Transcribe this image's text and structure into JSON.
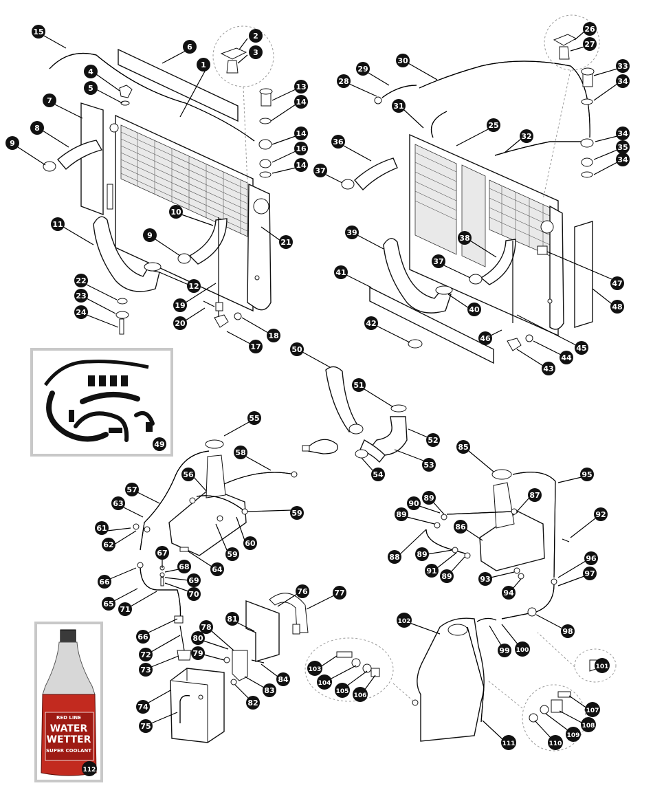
{
  "diagram": {
    "callouts": [
      {
        "id": "c1",
        "label": "1"
      },
      {
        "id": "c2",
        "label": "2"
      },
      {
        "id": "c3",
        "label": "3"
      },
      {
        "id": "c4",
        "label": "4"
      },
      {
        "id": "c5",
        "label": "5"
      },
      {
        "id": "c6",
        "label": "6"
      },
      {
        "id": "c7",
        "label": "7"
      },
      {
        "id": "c8",
        "label": "8"
      },
      {
        "id": "c9a",
        "label": "9"
      },
      {
        "id": "c9b",
        "label": "9"
      },
      {
        "id": "c10",
        "label": "10"
      },
      {
        "id": "c11",
        "label": "11"
      },
      {
        "id": "c12",
        "label": "12"
      },
      {
        "id": "c13",
        "label": "13"
      },
      {
        "id": "c14a",
        "label": "14"
      },
      {
        "id": "c14b",
        "label": "14"
      },
      {
        "id": "c14c",
        "label": "14"
      },
      {
        "id": "c15",
        "label": "15"
      },
      {
        "id": "c16",
        "label": "16"
      },
      {
        "id": "c17",
        "label": "17"
      },
      {
        "id": "c18",
        "label": "18"
      },
      {
        "id": "c19",
        "label": "19"
      },
      {
        "id": "c20",
        "label": "20"
      },
      {
        "id": "c21",
        "label": "21"
      },
      {
        "id": "c22",
        "label": "22"
      },
      {
        "id": "c23",
        "label": "23"
      },
      {
        "id": "c24",
        "label": "24"
      },
      {
        "id": "c25",
        "label": "25"
      },
      {
        "id": "c26",
        "label": "26"
      },
      {
        "id": "c27",
        "label": "27"
      },
      {
        "id": "c28",
        "label": "28"
      },
      {
        "id": "c29",
        "label": "29"
      },
      {
        "id": "c30",
        "label": "30"
      },
      {
        "id": "c31",
        "label": "31"
      },
      {
        "id": "c32",
        "label": "32"
      },
      {
        "id": "c33",
        "label": "33"
      },
      {
        "id": "c34a",
        "label": "34"
      },
      {
        "id": "c34b",
        "label": "34"
      },
      {
        "id": "c34c",
        "label": "34"
      },
      {
        "id": "c35",
        "label": "35"
      },
      {
        "id": "c36",
        "label": "36"
      },
      {
        "id": "c37a",
        "label": "37"
      },
      {
        "id": "c37b",
        "label": "37"
      },
      {
        "id": "c38",
        "label": "38"
      },
      {
        "id": "c39",
        "label": "39"
      },
      {
        "id": "c40",
        "label": "40"
      },
      {
        "id": "c41",
        "label": "41"
      },
      {
        "id": "c42",
        "label": "42"
      },
      {
        "id": "c43",
        "label": "43"
      },
      {
        "id": "c44",
        "label": "44"
      },
      {
        "id": "c45",
        "label": "45"
      },
      {
        "id": "c46",
        "label": "46"
      },
      {
        "id": "c47",
        "label": "47"
      },
      {
        "id": "c48",
        "label": "48"
      },
      {
        "id": "c49",
        "label": "49"
      },
      {
        "id": "c50",
        "label": "50"
      },
      {
        "id": "c51",
        "label": "51"
      },
      {
        "id": "c52",
        "label": "52"
      },
      {
        "id": "c53",
        "label": "53"
      },
      {
        "id": "c54",
        "label": "54"
      },
      {
        "id": "c55",
        "label": "55"
      },
      {
        "id": "c56",
        "label": "56"
      },
      {
        "id": "c57",
        "label": "57"
      },
      {
        "id": "c58",
        "label": "58"
      },
      {
        "id": "c59a",
        "label": "59"
      },
      {
        "id": "c59b",
        "label": "59"
      },
      {
        "id": "c60",
        "label": "60"
      },
      {
        "id": "c61",
        "label": "61"
      },
      {
        "id": "c62",
        "label": "62"
      },
      {
        "id": "c63",
        "label": "63"
      },
      {
        "id": "c64",
        "label": "64"
      },
      {
        "id": "c65",
        "label": "65"
      },
      {
        "id": "c66a",
        "label": "66"
      },
      {
        "id": "c66b",
        "label": "66"
      },
      {
        "id": "c67",
        "label": "67"
      },
      {
        "id": "c68",
        "label": "68"
      },
      {
        "id": "c69",
        "label": "69"
      },
      {
        "id": "c70",
        "label": "70"
      },
      {
        "id": "c71",
        "label": "71"
      },
      {
        "id": "c72",
        "label": "72"
      },
      {
        "id": "c73",
        "label": "73"
      },
      {
        "id": "c74",
        "label": "74"
      },
      {
        "id": "c75",
        "label": "75"
      },
      {
        "id": "c76",
        "label": "76"
      },
      {
        "id": "c77",
        "label": "77"
      },
      {
        "id": "c78",
        "label": "78"
      },
      {
        "id": "c79",
        "label": "79"
      },
      {
        "id": "c80",
        "label": "80"
      },
      {
        "id": "c81",
        "label": "81"
      },
      {
        "id": "c82",
        "label": "82"
      },
      {
        "id": "c83",
        "label": "83"
      },
      {
        "id": "c84",
        "label": "84"
      },
      {
        "id": "c85",
        "label": "85"
      },
      {
        "id": "c86",
        "label": "86"
      },
      {
        "id": "c87",
        "label": "87"
      },
      {
        "id": "c88",
        "label": "88"
      },
      {
        "id": "c89a",
        "label": "89"
      },
      {
        "id": "c89b",
        "label": "89"
      },
      {
        "id": "c89c",
        "label": "89"
      },
      {
        "id": "c89d",
        "label": "89"
      },
      {
        "id": "c90",
        "label": "90"
      },
      {
        "id": "c91",
        "label": "91"
      },
      {
        "id": "c92",
        "label": "92"
      },
      {
        "id": "c93",
        "label": "93"
      },
      {
        "id": "c94",
        "label": "94"
      },
      {
        "id": "c95",
        "label": "95"
      },
      {
        "id": "c96",
        "label": "96"
      },
      {
        "id": "c97",
        "label": "97"
      },
      {
        "id": "c98",
        "label": "98"
      },
      {
        "id": "c99",
        "label": "99"
      },
      {
        "id": "c100",
        "label": "100"
      },
      {
        "id": "c101",
        "label": "101"
      },
      {
        "id": "c102",
        "label": "102"
      },
      {
        "id": "c103",
        "label": "103"
      },
      {
        "id": "c104",
        "label": "104"
      },
      {
        "id": "c105",
        "label": "105"
      },
      {
        "id": "c106",
        "label": "106"
      },
      {
        "id": "c107",
        "label": "107"
      },
      {
        "id": "c108",
        "label": "108"
      },
      {
        "id": "c109",
        "label": "109"
      },
      {
        "id": "c110",
        "label": "110"
      },
      {
        "id": "c111",
        "label": "111"
      },
      {
        "id": "c112",
        "label": "112"
      }
    ],
    "bottle": {
      "brand": "RED LINE",
      "line1": "WATER",
      "line2": "WETTER",
      "line3": "SUPER COOLANT"
    },
    "colors": {
      "bottle_liquid": "#c22a1f",
      "bottle_label": "#9e1b14",
      "cap": "#3a3a3a"
    }
  }
}
